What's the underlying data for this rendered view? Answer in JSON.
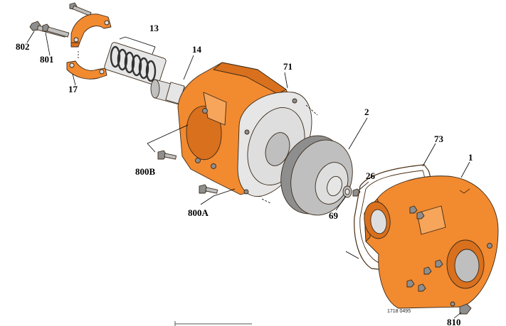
{
  "diagram": {
    "labels": [
      {
        "id": "802",
        "text": "802"
      },
      {
        "id": "801",
        "text": "801"
      },
      {
        "id": "17",
        "text": "17"
      },
      {
        "id": "13",
        "text": "13"
      },
      {
        "id": "14",
        "text": "14"
      },
      {
        "id": "71",
        "text": "71"
      },
      {
        "id": "2",
        "text": "2"
      },
      {
        "id": "26",
        "text": "26"
      },
      {
        "id": "69",
        "text": "69"
      },
      {
        "id": "73",
        "text": "73"
      },
      {
        "id": "1",
        "text": "1"
      },
      {
        "id": "800B",
        "text": "800B"
      },
      {
        "id": "800A",
        "text": "800A"
      },
      {
        "id": "810",
        "text": "810"
      }
    ],
    "drawing_number": "1718 0495"
  },
  "colors": {
    "casting": "#f28a30",
    "casting_shadow": "#d9701d",
    "steel": "#bfbfbf",
    "outline": "#3a2a1a"
  }
}
